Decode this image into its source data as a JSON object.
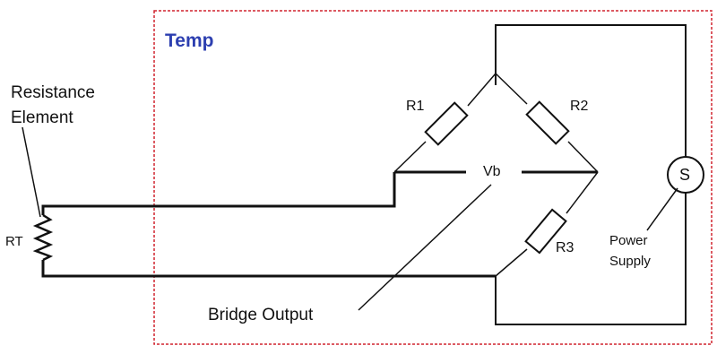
{
  "title": "Temp",
  "labels": {
    "resistance_line1": "Resistance",
    "resistance_line2": "Element",
    "rt": "RT",
    "r1": "R1",
    "r2": "R2",
    "r3": "R3",
    "vb": "Vb",
    "source": "S",
    "power_line1": "Power",
    "power_line2": "Supply",
    "bridge_output": "Bridge Output"
  },
  "colors": {
    "border": "#d0232e",
    "title": "#2d3fb0",
    "wire": "#111111"
  }
}
